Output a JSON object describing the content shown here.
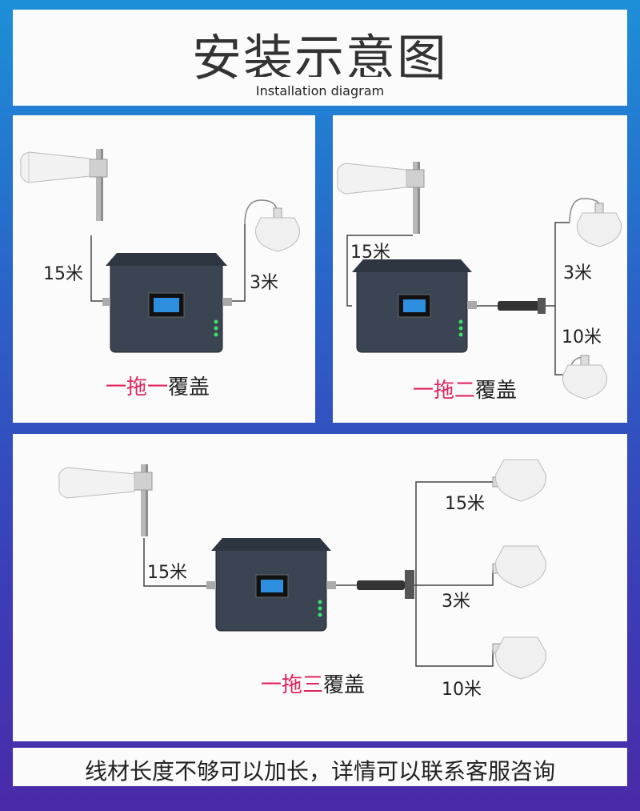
{
  "header": {
    "title": "安装示意图",
    "subtitle": "Installation diagram"
  },
  "panel1": {
    "cable_in": "15米",
    "cable_out": "3米",
    "caption_prefix": "一拖",
    "caption_num": "一",
    "caption_suffix": "覆盖"
  },
  "panel2": {
    "cable_in": "15米",
    "cable_a": "3米",
    "cable_b": "10米",
    "caption_prefix": "一拖",
    "caption_num": "二",
    "caption_suffix": "覆盖"
  },
  "panel3": {
    "cable_in": "15米",
    "cable_a": "15米",
    "cable_b": "3米",
    "cable_c": "10米",
    "caption_prefix": "一拖",
    "caption_num": "三",
    "caption_suffix": "覆盖"
  },
  "footer": {
    "text": "线材长度不够可以加长，详情可以联系客服咨询"
  }
}
